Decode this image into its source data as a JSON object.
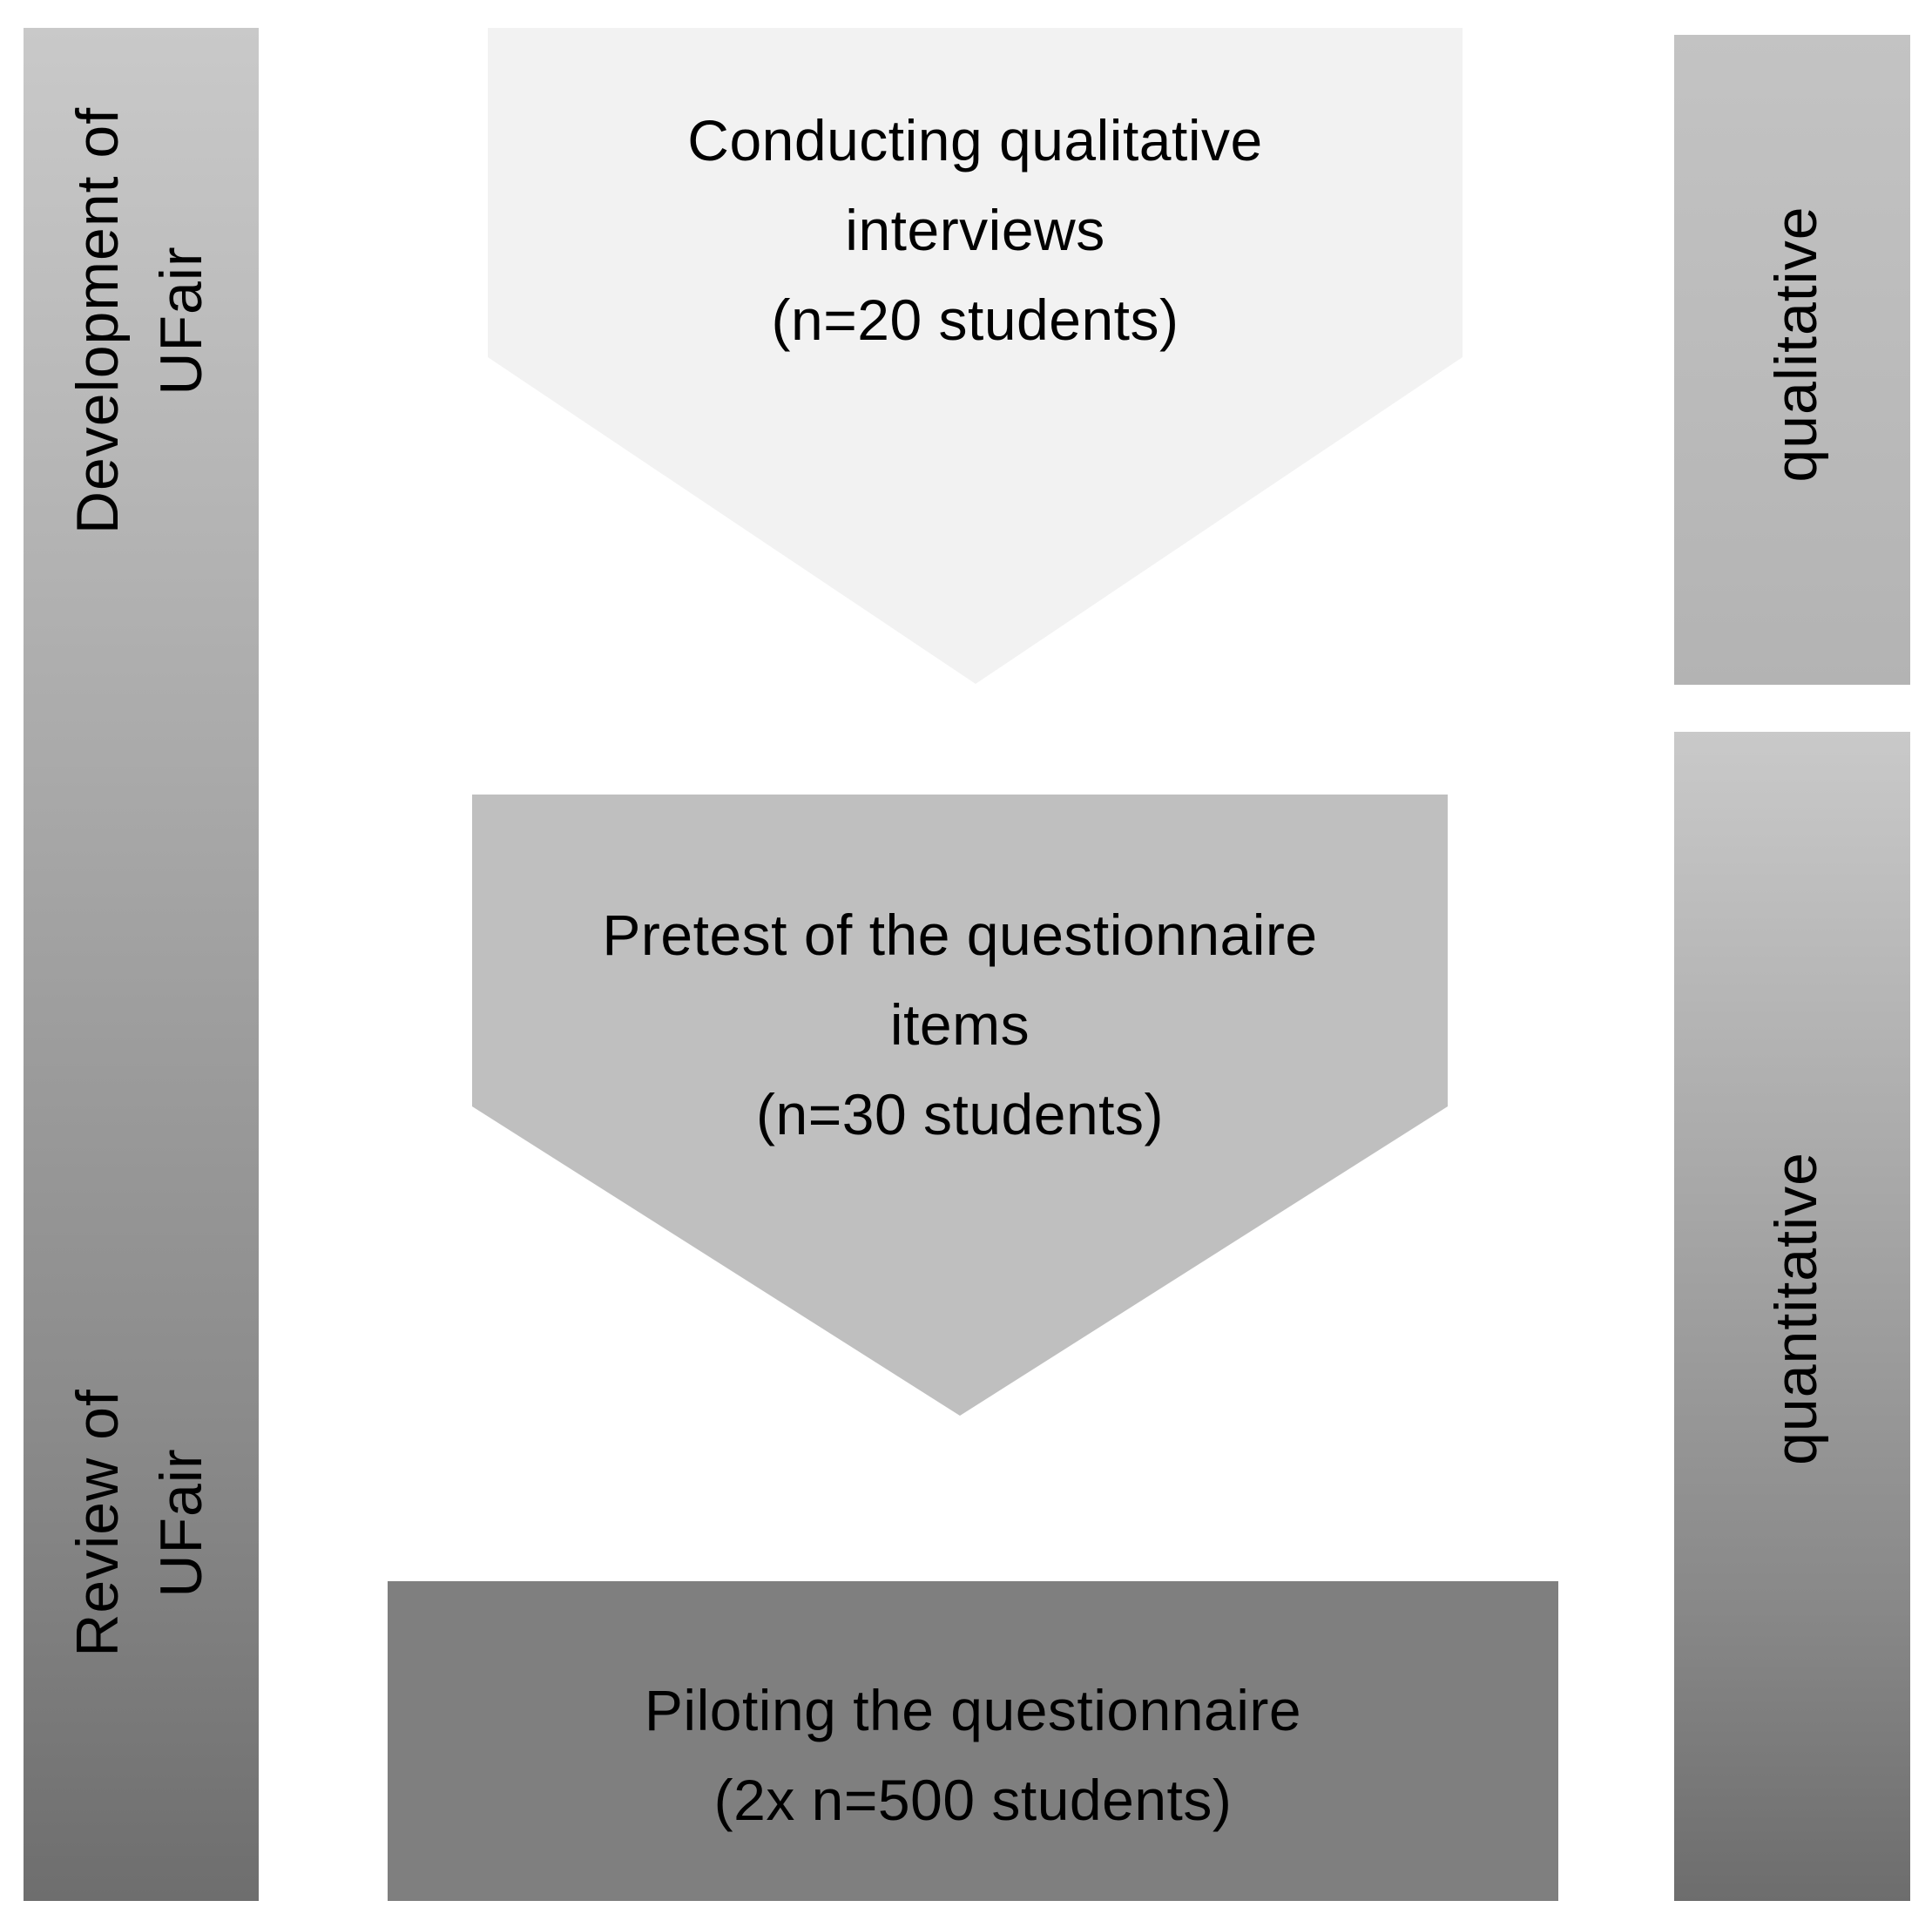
{
  "phases": {
    "development": [
      "Development of",
      "UFair"
    ],
    "review": [
      "Review of",
      "UFair"
    ]
  },
  "methods": {
    "qualitative": "qualitative",
    "quantitative": "quantitative"
  },
  "steps": [
    {
      "lines": [
        "Conducting qualitative",
        "interviews",
        "(n=20 students)"
      ],
      "fill": "#f2f2f2",
      "shape": "pentagon-arrow"
    },
    {
      "lines": [
        "Pretest of the questionnaire",
        "items",
        "(n=30 students)"
      ],
      "fill": "#bfbfbf",
      "shape": "pentagon-arrow"
    },
    {
      "lines": [
        "Piloting the questionnaire",
        "(2x n=500 students)"
      ],
      "fill": "#7f7f7f",
      "shape": "rectangle"
    }
  ]
}
